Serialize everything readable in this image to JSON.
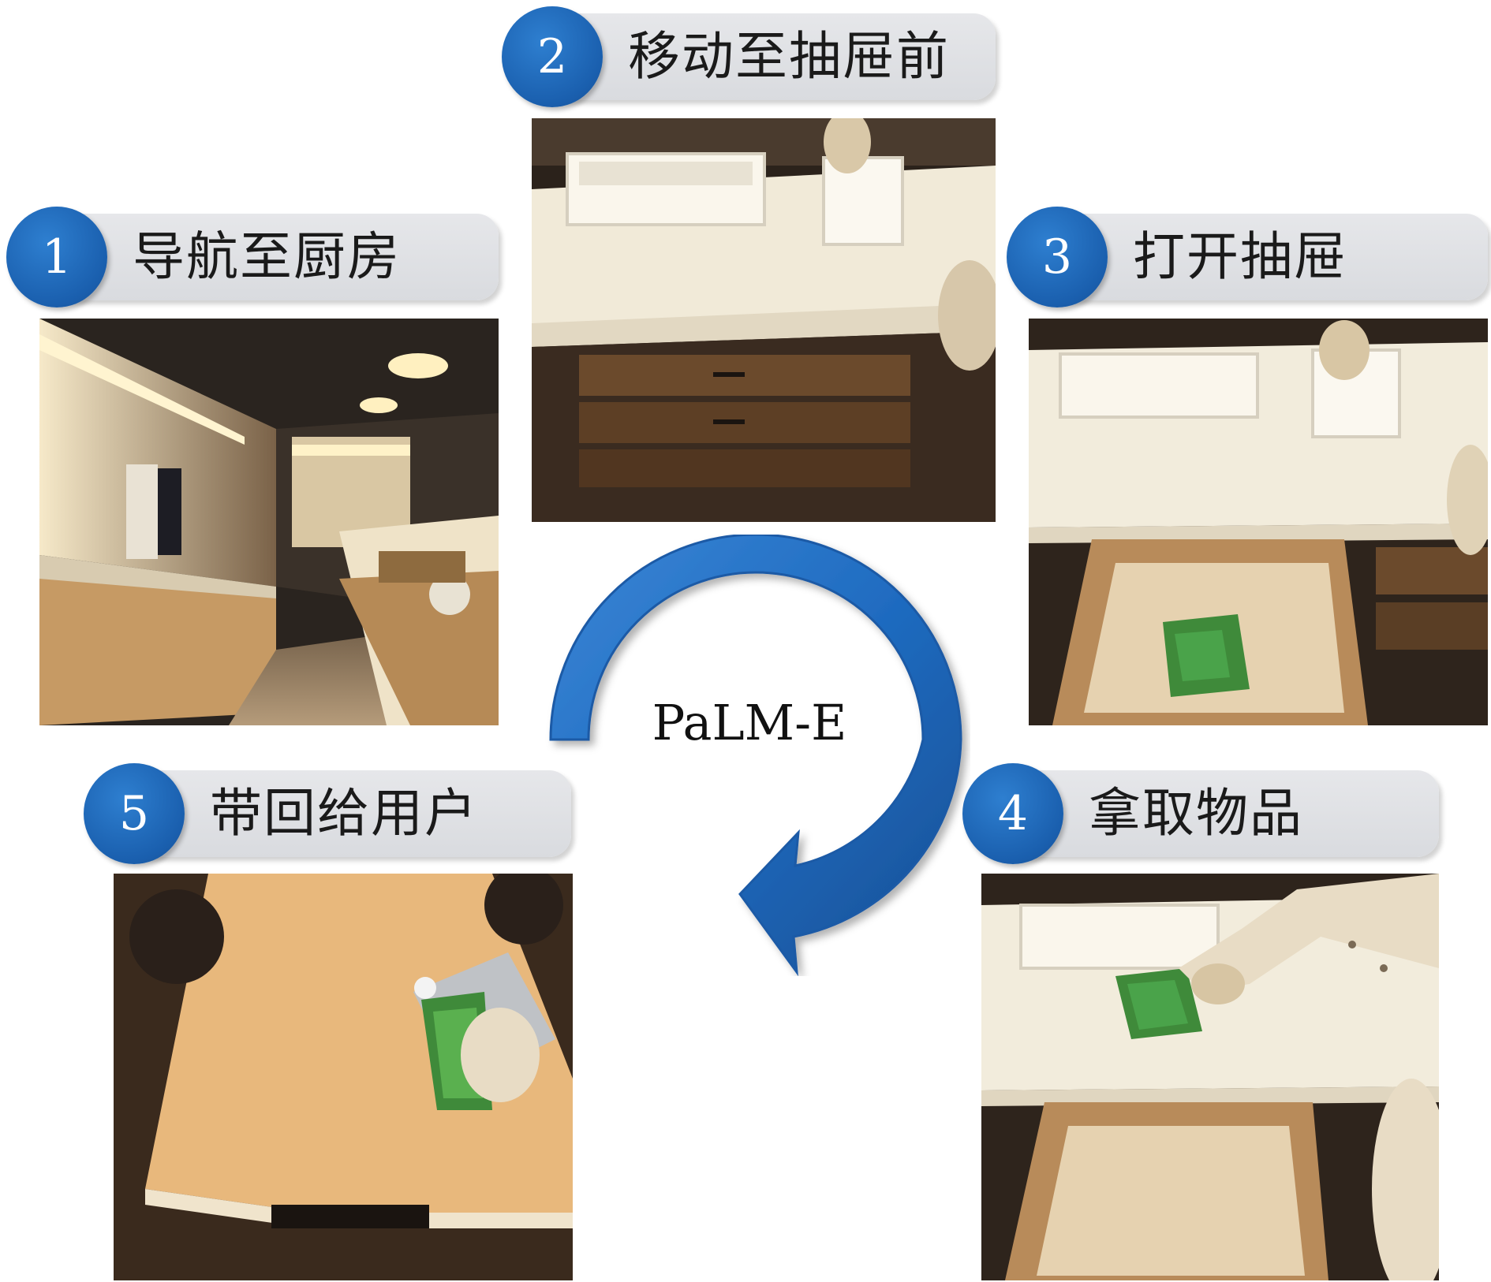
{
  "center": {
    "label": "PaLM-E"
  },
  "steps": [
    {
      "number": "1",
      "label": "导航至厨房"
    },
    {
      "number": "2",
      "label": "移动至抽屉前"
    },
    {
      "number": "3",
      "label": "打开抽屉"
    },
    {
      "number": "4",
      "label": "拿取物品"
    },
    {
      "number": "5",
      "label": "带回给用户"
    }
  ],
  "colors": {
    "circle": "#1a5fae",
    "pill": "#dcdde1",
    "arrow": "#1f6bc0"
  },
  "icons": {
    "cycle": "circular-arrow-icon"
  }
}
